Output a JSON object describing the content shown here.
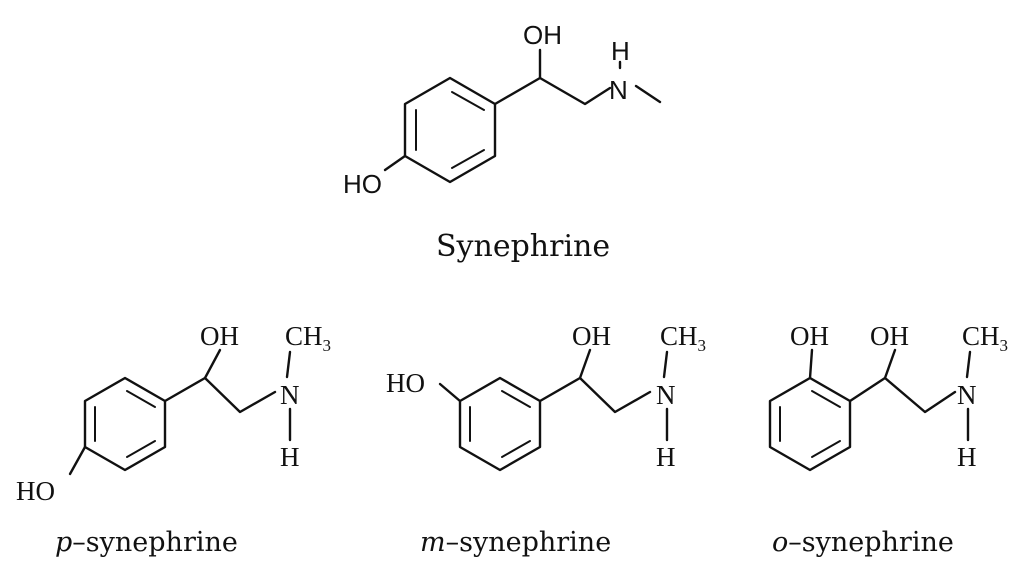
{
  "synephrine": {
    "caption": "Synephrine",
    "oh_top": "OH",
    "oh_ring": "HO",
    "n": "N",
    "h_on_n": "H"
  },
  "p_isomer": {
    "prefix": "p",
    "suffix": "–synephrine",
    "oh_top": "OH",
    "oh_ring": "HO",
    "ch3": "CH",
    "ch3_sub": "3",
    "n": "N",
    "h": "H"
  },
  "m_isomer": {
    "prefix": "m",
    "suffix": "–synephrine",
    "oh_top": "OH",
    "oh_ring": "HO",
    "ch3": "CH",
    "ch3_sub": "3",
    "n": "N",
    "h": "H"
  },
  "o_isomer": {
    "prefix": "o",
    "suffix": "–synephrine",
    "oh_top": "OH",
    "oh_ring": "OH",
    "ch3": "CH",
    "ch3_sub": "3",
    "n": "N",
    "h": "H"
  }
}
